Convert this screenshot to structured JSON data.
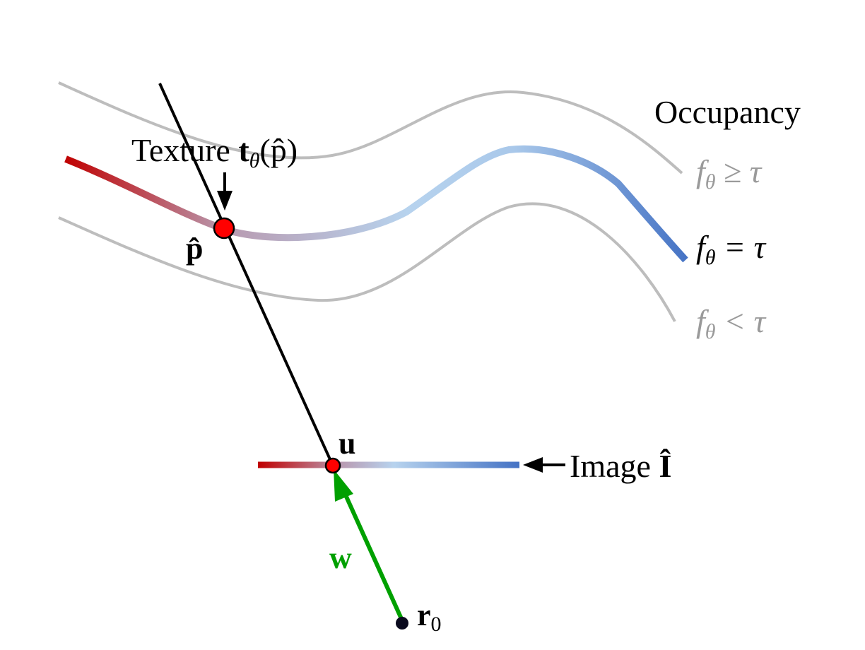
{
  "labels": {
    "occupancy": "Occupancy",
    "texture_prefix": "Texture ",
    "texture_symbol": "t",
    "texture_sub": "θ",
    "texture_arg": "(p̂)",
    "p_hat": "p̂",
    "u": "u",
    "image_prefix": "Image ",
    "image_symbol": "Î",
    "w": "w",
    "r0_base": "r",
    "r0_sub": "0",
    "level_ge_f": "f",
    "level_ge_sub": "θ",
    "level_ge_rel": "≥ τ",
    "level_eq_f": "f",
    "level_eq_sub": "θ",
    "level_eq_rel": "= τ",
    "level_lt_f": "f",
    "level_lt_sub": "θ",
    "level_lt_rel": "< τ"
  },
  "colors": {
    "gray_curve": "#bdbdbd",
    "gray_text": "#9a9a9a",
    "red": "#c00000",
    "light_blue": "#b7d3ee",
    "blue": "#4472c4",
    "green": "#00a000",
    "point": "#ff0000",
    "black": "#000000"
  }
}
